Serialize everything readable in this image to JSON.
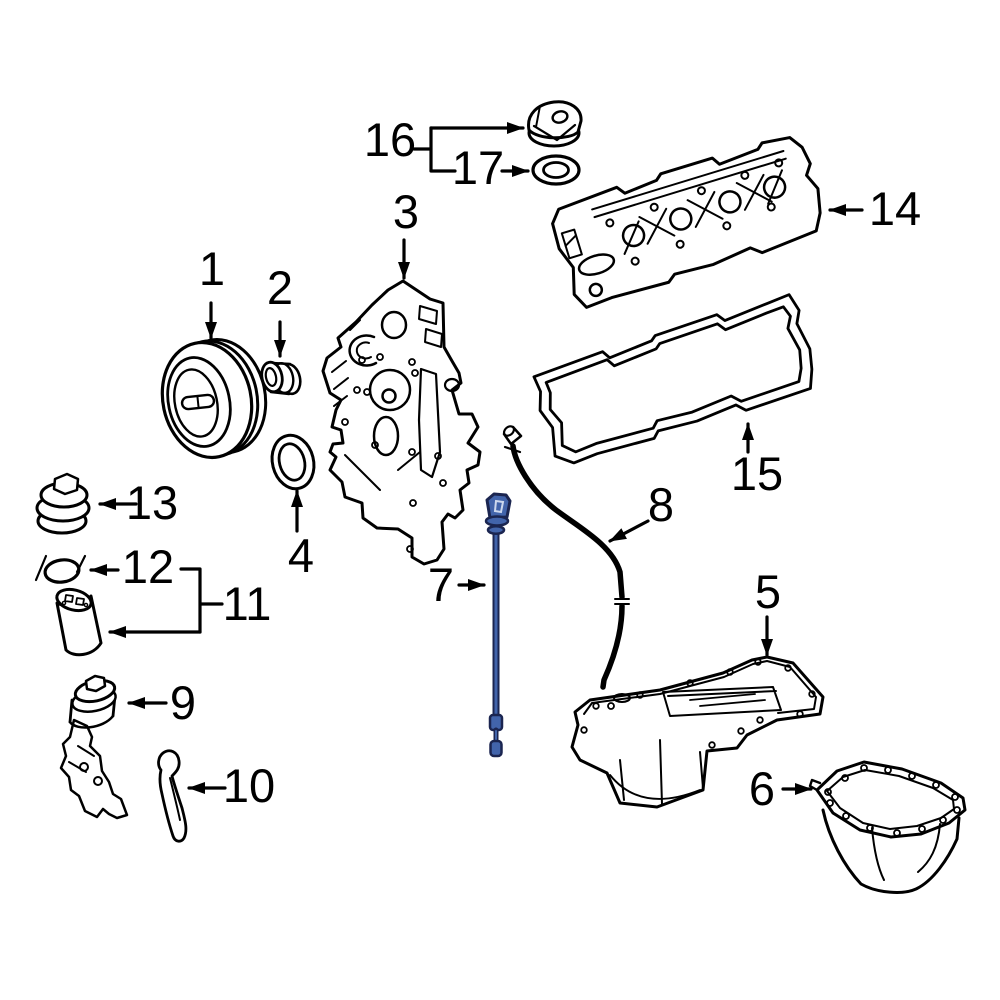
{
  "figure": {
    "background": "#ffffff",
    "line_color": "#000000",
    "highlight": {
      "outline": "#1b2550",
      "fill": "#4264ab"
    }
  },
  "callouts": [
    "1",
    "2",
    "3",
    "4",
    "5",
    "6",
    "7",
    "8",
    "9",
    "10",
    "11",
    "12",
    "13",
    "14",
    "15",
    "16",
    "17"
  ]
}
